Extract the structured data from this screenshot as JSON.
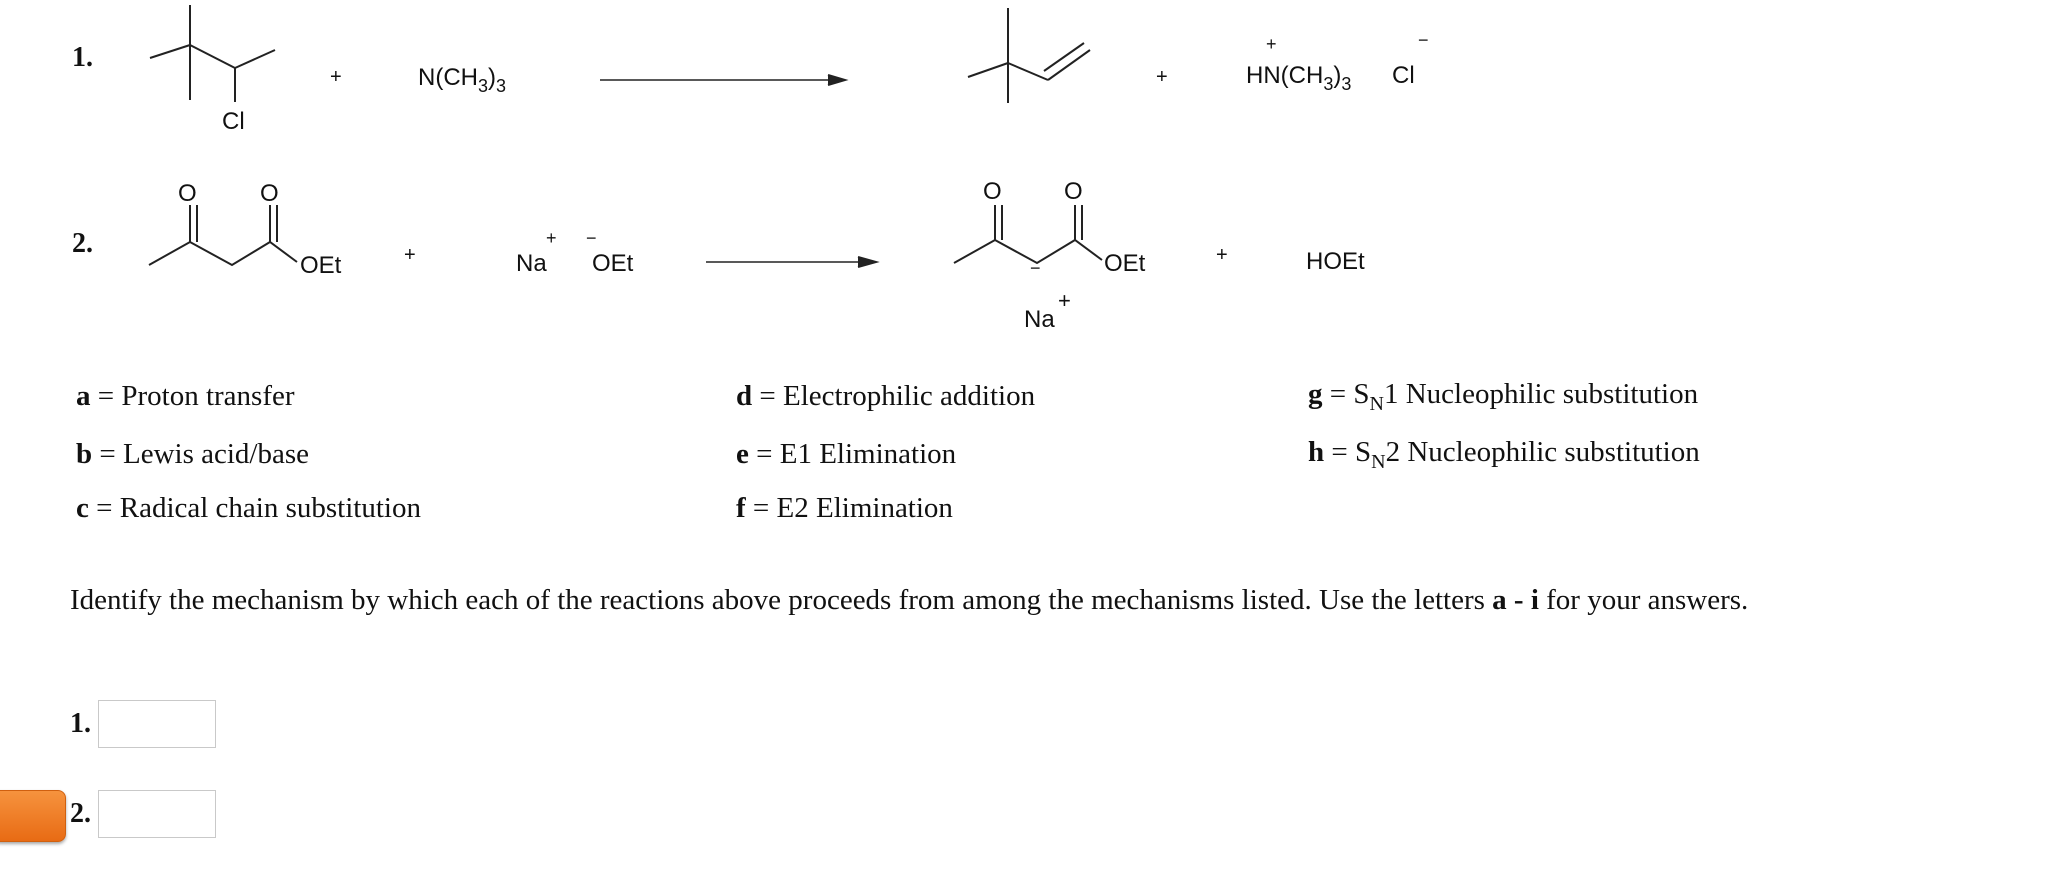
{
  "reactions": [
    {
      "number": "1.",
      "reactant_substituent": "Cl",
      "plus1": "+",
      "reagent": {
        "main": "N(CH",
        "sub": "3",
        "tail": ")",
        "sub2": "3"
      },
      "plus2": "+",
      "product_charge_plus": "+",
      "product_amine": {
        "main": "HN(CH",
        "sub": "3",
        "tail": ")",
        "sub2": "3"
      },
      "product_anion": "Cl",
      "product_anion_charge": "−"
    },
    {
      "number": "2.",
      "reactant_group": "OEt",
      "plus1": "+",
      "reagent_cation": "Na",
      "reagent_cation_charge": "+",
      "reagent_anion_charge": "−",
      "reagent_anion": "OEt",
      "product_group": "OEt",
      "product_o1": "O",
      "product_o2": "O",
      "reactant_o1": "O",
      "reactant_o2": "O",
      "product_counterion": "Na",
      "product_counterion_charge": "+",
      "product_carbanion_charge": "−",
      "plus2": "+",
      "byproduct": "HOEt"
    }
  ],
  "mechanisms": [
    {
      "letter": "a",
      "eq": "=",
      "label": "Proton transfer"
    },
    {
      "letter": "b",
      "eq": "=",
      "label": "Lewis acid/base"
    },
    {
      "letter": "c",
      "eq": "=",
      "label": "Radical chain substitution"
    },
    {
      "letter": "d",
      "eq": "=",
      "label": "Electrophilic addition"
    },
    {
      "letter": "e",
      "eq": "=",
      "label": "E1 Elimination"
    },
    {
      "letter": "f",
      "eq": "=",
      "label": "E2 Elimination"
    },
    {
      "letter": "g",
      "eq": "=",
      "prefix": "S",
      "sub": "N",
      "label": "1 Nucleophilic substitution"
    },
    {
      "letter": "h",
      "eq": "=",
      "prefix": "S",
      "sub": "N",
      "label": "2 Nucleophilic substitution"
    }
  ],
  "instructions": {
    "text1": "Identify the mechanism by which each of the reactions above proceeds from among the mechanisms listed. Use the letters ",
    "letter_start": "a",
    "dash": " - ",
    "letter_end": "i",
    "text2": " for your answers."
  },
  "answers": [
    {
      "label": "1.",
      "value": ""
    },
    {
      "label": "2.",
      "value": ""
    }
  ],
  "colors": {
    "accent_button": "#e8761f",
    "input_border": "#c9c9c9"
  }
}
